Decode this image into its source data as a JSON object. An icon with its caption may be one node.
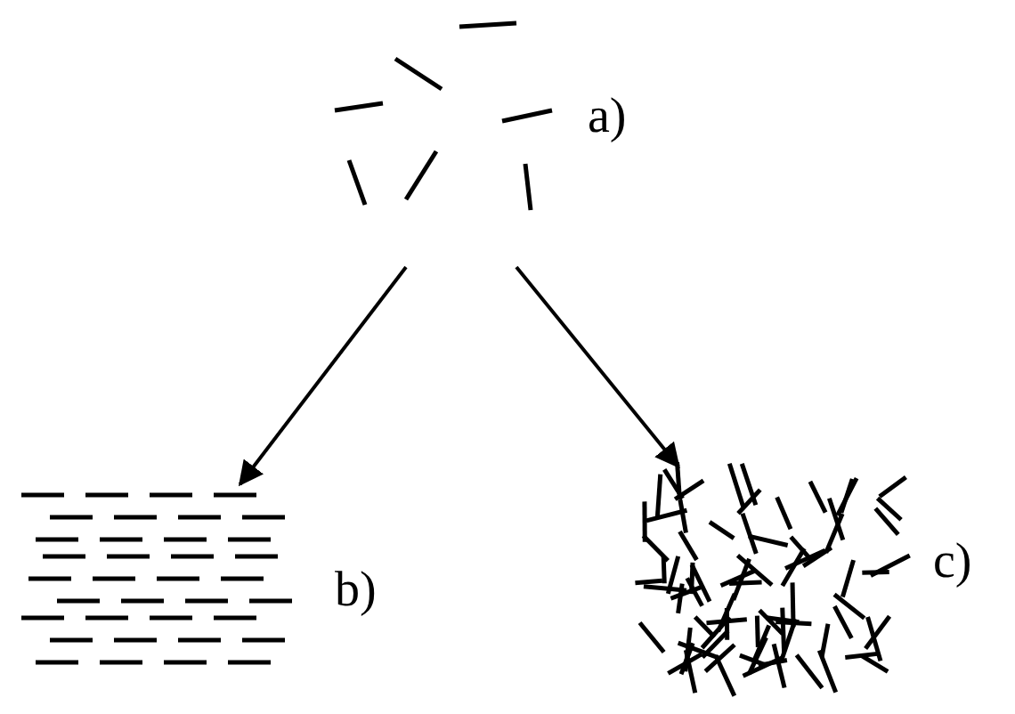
{
  "diagram": {
    "nodes": [
      {
        "text": [],
        "shape": "picture",
        "beside": [
          "a)"
        ]
      },
      {
        "text": [],
        "shape": "picture",
        "beside": [
          "b)"
        ]
      },
      {
        "text": [],
        "shape": "picture",
        "beside": [
          "c)"
        ]
      }
    ],
    "edges": [
      {
        "from": 0,
        "to": 1,
        "arrow": "to"
      },
      {
        "from": 0,
        "to": 2,
        "arrow": "to"
      }
    ]
  }
}
